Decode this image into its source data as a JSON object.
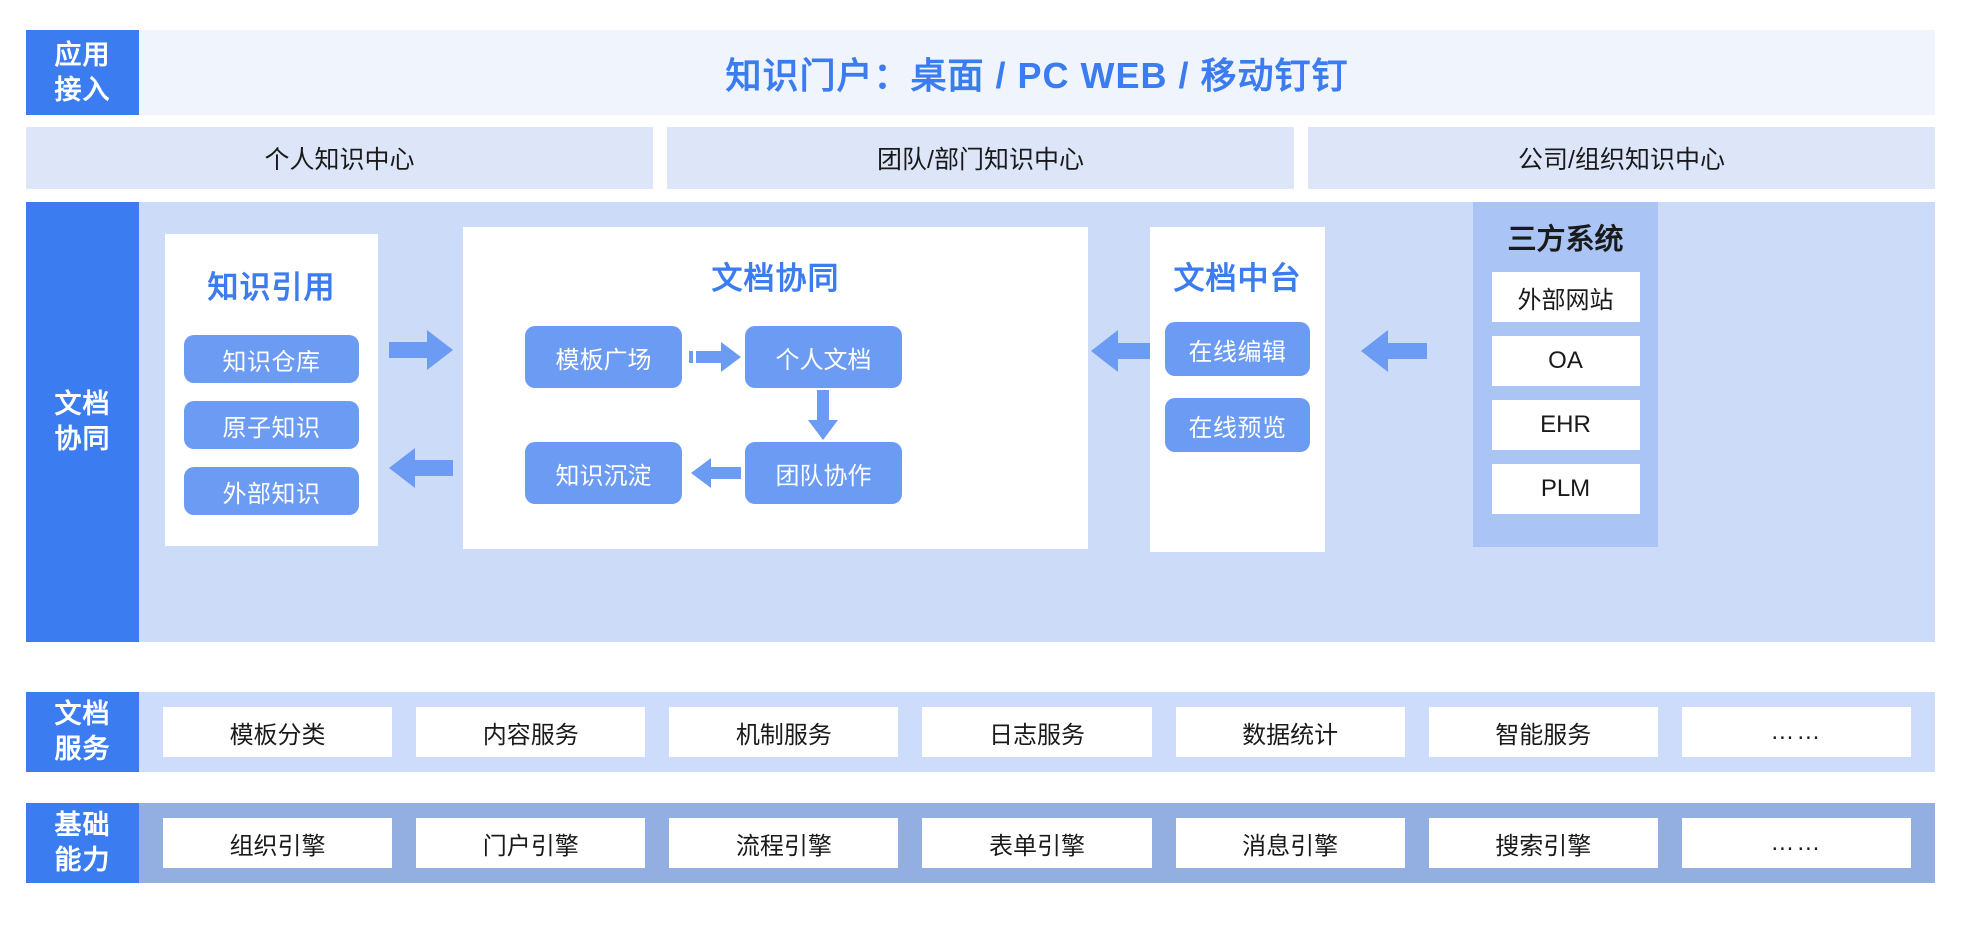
{
  "colors": {
    "accent": "#3b7cf0",
    "pill": "#6b9bf2",
    "stage_bg": "#ccdcf8",
    "service_bg": "#cddcfa",
    "base_bg": "#93aee0",
    "third_party_bg": "#a9c4f5",
    "center_card_bg": "#dde6f9",
    "app_bg": "#f0f4fd"
  },
  "app_access": {
    "label_line1": "应用",
    "label_line2": "接入",
    "portal_title": "知识门户：桌面 / PC WEB / 移动钉钉"
  },
  "knowledge_centers": [
    {
      "label": "个人知识中心"
    },
    {
      "label": "团队/部门知识中心"
    },
    {
      "label": "公司/组织知识中心"
    }
  ],
  "doc_collaboration_row": {
    "label_line1": "文档",
    "label_line2": "协同",
    "knowledge_reference": {
      "title": "知识引用",
      "items": [
        {
          "label": "知识仓库"
        },
        {
          "label": "原子知识"
        },
        {
          "label": "外部知识"
        }
      ]
    },
    "doc_collaboration": {
      "title": "文档协同",
      "nodes": {
        "template_plaza": "模板广场",
        "personal_doc": "个人文档",
        "knowledge_sink": "知识沉淀",
        "team_collab": "团队协作"
      }
    },
    "doc_middle_platform": {
      "title": "文档中台",
      "items": [
        {
          "label": "在线编辑"
        },
        {
          "label": "在线预览"
        }
      ]
    },
    "third_party": {
      "title": "三方系统",
      "items": [
        {
          "label": "外部网站"
        },
        {
          "label": "OA"
        },
        {
          "label": "EHR"
        },
        {
          "label": "PLM"
        }
      ]
    }
  },
  "document_services": {
    "label_line1": "文档",
    "label_line2": "服务",
    "items": [
      {
        "label": "模板分类"
      },
      {
        "label": "内容服务"
      },
      {
        "label": "机制服务"
      },
      {
        "label": "日志服务"
      },
      {
        "label": "数据统计"
      },
      {
        "label": "智能服务"
      },
      {
        "label": "……"
      }
    ]
  },
  "base_capabilities": {
    "label_line1": "基础",
    "label_line2": "能力",
    "items": [
      {
        "label": "组织引擎"
      },
      {
        "label": "门户引擎"
      },
      {
        "label": "流程引擎"
      },
      {
        "label": "表单引擎"
      },
      {
        "label": "消息引擎"
      },
      {
        "label": "搜索引擎"
      },
      {
        "label": "……"
      }
    ]
  }
}
